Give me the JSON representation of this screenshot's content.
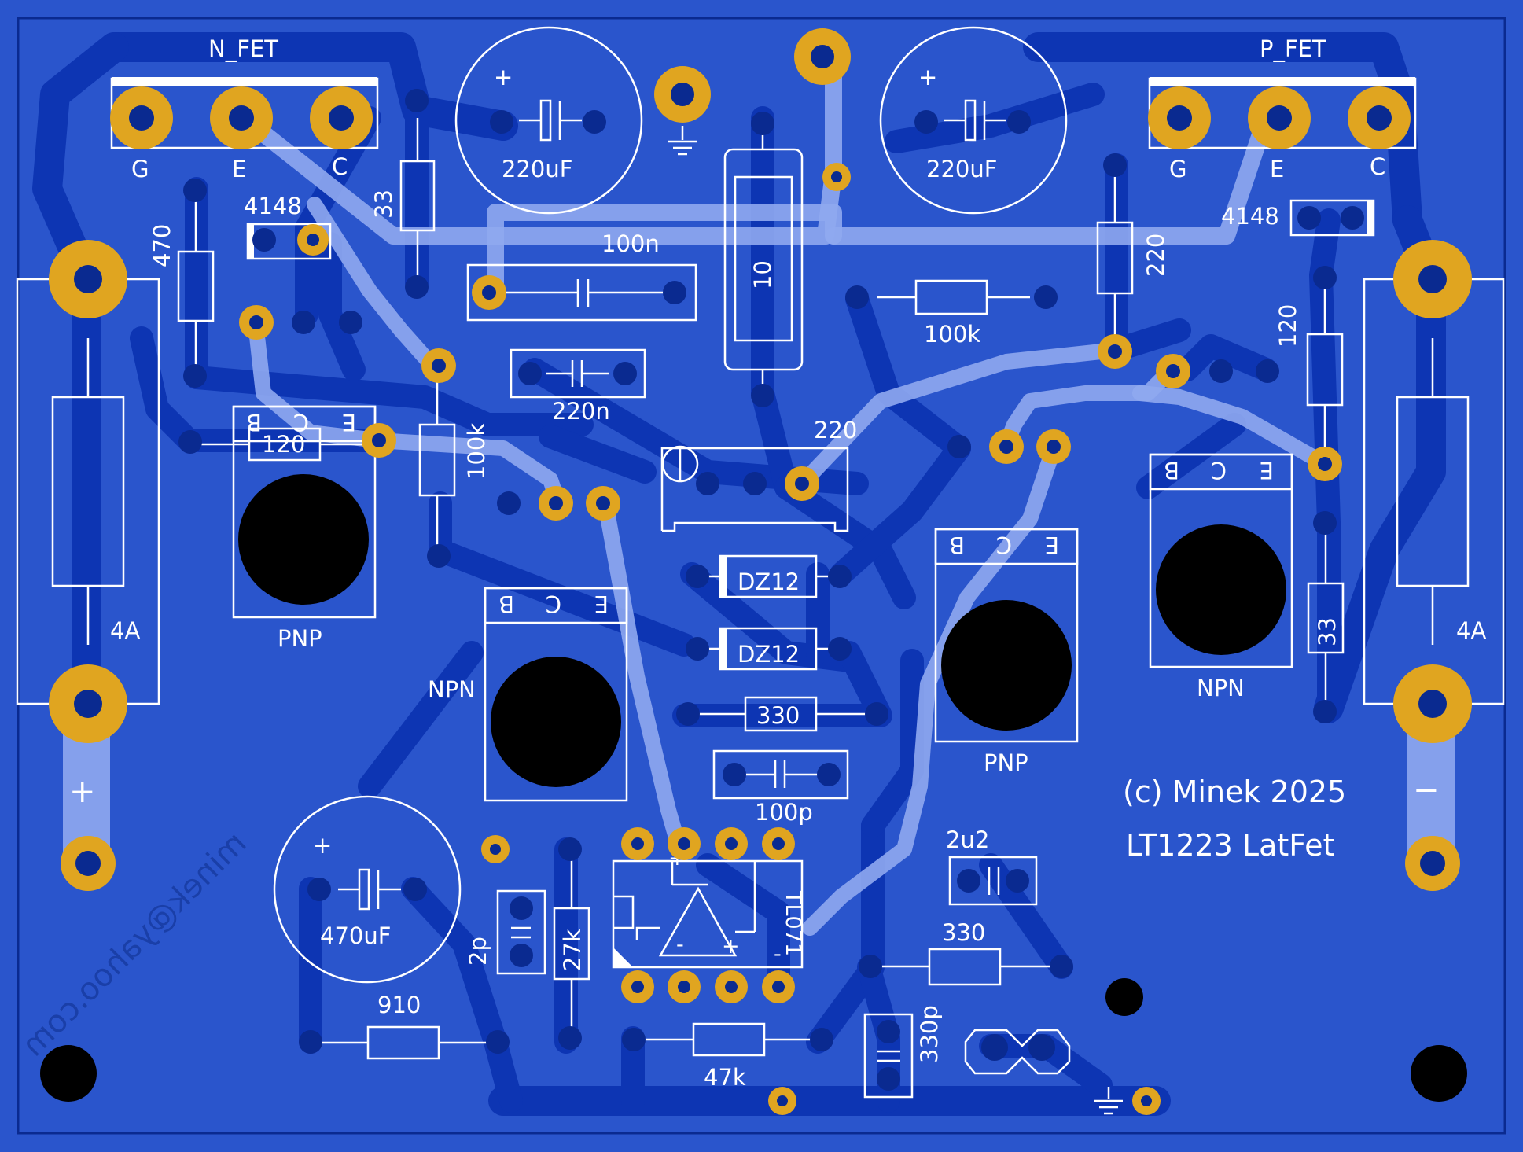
{
  "board": {
    "background": "#2a55cc",
    "copper_top": "#0d35b3",
    "pad_color": "#e0a520",
    "silk_color": "#ffffff",
    "bottom_copper": "#8fa8f0"
  },
  "labels": {
    "n_fet": "N_FET",
    "p_fet": "P_FET",
    "gate_left": "G",
    "emitter_left": "E",
    "collector_left": "C",
    "gate_right": "G",
    "emitter_right": "E",
    "collector_right": "C",
    "cap_220uf_left": "220uF",
    "cap_220uf_right": "220uF",
    "plus_sign": "+",
    "r33_top": "33",
    "r470": "470",
    "d4148_left": "4148",
    "d4148_right": "4148",
    "c100n": "100n",
    "r10": "10",
    "r100k_top": "100k",
    "r220_top": "220",
    "r120_right": "120",
    "r120_left": "120",
    "c220n": "220n",
    "r100k_mid": "100k",
    "trim220": "220",
    "pin_b": "B",
    "pin_c": "C",
    "pin_e": "E",
    "pnp_left": "PNP",
    "npn_center": "NPN",
    "pnp_center": "PNP",
    "npn_right": "NPN",
    "dz12_a": "DZ12",
    "dz12_b": "DZ12",
    "r330_mid": "330",
    "c100p": "100p",
    "fuse_left": "4A",
    "fuse_right": "4A",
    "power_plus": "+",
    "power_minus": "−",
    "copyright": "(c) Minek 2025",
    "project": "LT1223 LatFet",
    "c2u2": "2u2",
    "r330_low": "330",
    "cap_470uf": "470uF",
    "c2p": "2p",
    "r27k": "27k",
    "r910": "910",
    "r47k": "47k",
    "c330p": "330p",
    "opamp": "TL071",
    "r33_right": "33",
    "email": "minek@yahoo.com"
  }
}
